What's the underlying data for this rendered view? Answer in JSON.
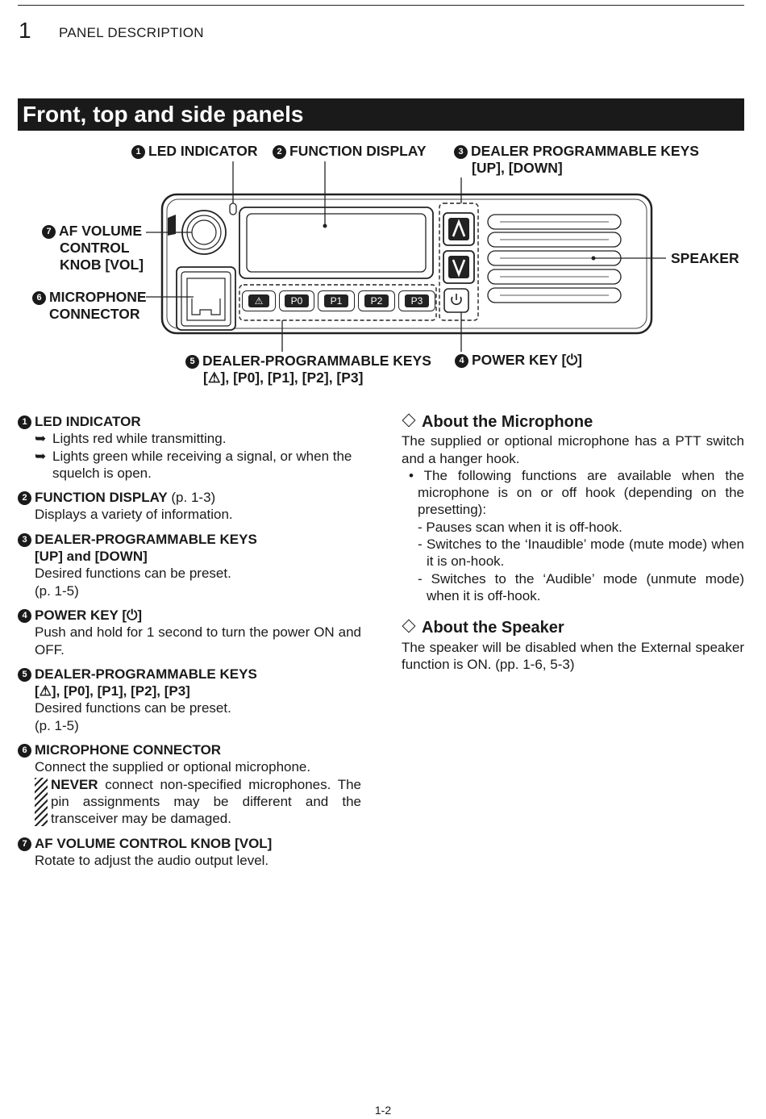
{
  "header": {
    "chapter_number": "1",
    "chapter_title": "PANEL DESCRIPTION"
  },
  "banner": {
    "title": "Front, top and side panels"
  },
  "diagram": {
    "callouts": {
      "led": {
        "num": "1",
        "text": "LED INDICATOR"
      },
      "display": {
        "num": "2",
        "text": "FUNCTION DISPLAY"
      },
      "updown": {
        "num": "3",
        "line1": "DEALER PROGRAMMABLE KEYS",
        "line2": "[UP], [DOWN]"
      },
      "power": {
        "num": "4",
        "text": "POWER KEY [⏻]"
      },
      "pkeys": {
        "num": "5",
        "line1": "DEALER-PROGRAMMABLE KEYS",
        "line2": "[⚠], [P0], [P1], [P2], [P3]"
      },
      "mic": {
        "num": "6",
        "line1": "MICROPHONE",
        "line2": "CONNECTOR"
      },
      "vol": {
        "num": "7",
        "line1": "AF VOLUME",
        "line2": "CONTROL",
        "line3": "KNOB [VOL]"
      },
      "speaker": {
        "text": "SPEAKER"
      }
    },
    "keys": [
      "⚠",
      "P0",
      "P1",
      "P2",
      "P3"
    ],
    "up_key": "∧",
    "down_key": "∨",
    "power_glyph": "⏻"
  },
  "left": {
    "i1": {
      "num": "1",
      "head": "LED INDICATOR",
      "b1": "Lights red while transmitting.",
      "b2a": "Lights green while receiving a signal, or when the",
      "b2b": "squelch is open."
    },
    "i2": {
      "num": "2",
      "head": "FUNCTION DISPLAY",
      "ref": " (p. 1-3)",
      "d1": "Displays a variety of information."
    },
    "i3": {
      "num": "3",
      "head1": "DEALER-PROGRAMMABLE KEYS",
      "head2": "[UP] and [DOWN]",
      "d1": "Desired functions can be preset.",
      "d2": "(p. 1-5)"
    },
    "i4": {
      "num": "4",
      "head": "POWER KEY [⏻]",
      "d1": "Push and hold for 1 second to turn the power ON and OFF."
    },
    "i5": {
      "num": "5",
      "head1": "DEALER-PROGRAMMABLE KEYS",
      "head2": "[⚠], [P0], [P1], [P2], [P3]",
      "d1": "Desired functions can be preset.",
      "d2": "(p. 1-5)"
    },
    "i6": {
      "num": "6",
      "head": "MICROPHONE CONNECTOR",
      "d1": "Connect the supplied or optional microphone.",
      "warn_bold": "NEVER",
      "warn_text": " connect non-specified microphones. The pin assignments may be different and the transceiver may be damaged."
    },
    "i7": {
      "num": "7",
      "head": "AF VOLUME CONTROL KNOB [VOL]",
      "d1": "Rotate to adjust the audio output level."
    }
  },
  "right": {
    "mic": {
      "title": "About the Microphone",
      "p1": "The supplied or optional microphone has a PTT switch and a hanger hook.",
      "bullet": "• The following functions are available when the microphone is on or off hook (depending on the presetting):",
      "s1": "- Pauses scan when it is off-hook.",
      "s2": "- Switches to the ‘Inaudible’ mode (mute mode) when it is on-hook.",
      "s3": "- Switches to the ‘Audible’ mode (unmute mode) when it is off-hook."
    },
    "speaker": {
      "title": "About the Speaker",
      "p1": "The speaker will be disabled when the External speaker function is ON. (pp. 1-6, 5-3)"
    }
  },
  "footer": {
    "page": "1-2"
  }
}
